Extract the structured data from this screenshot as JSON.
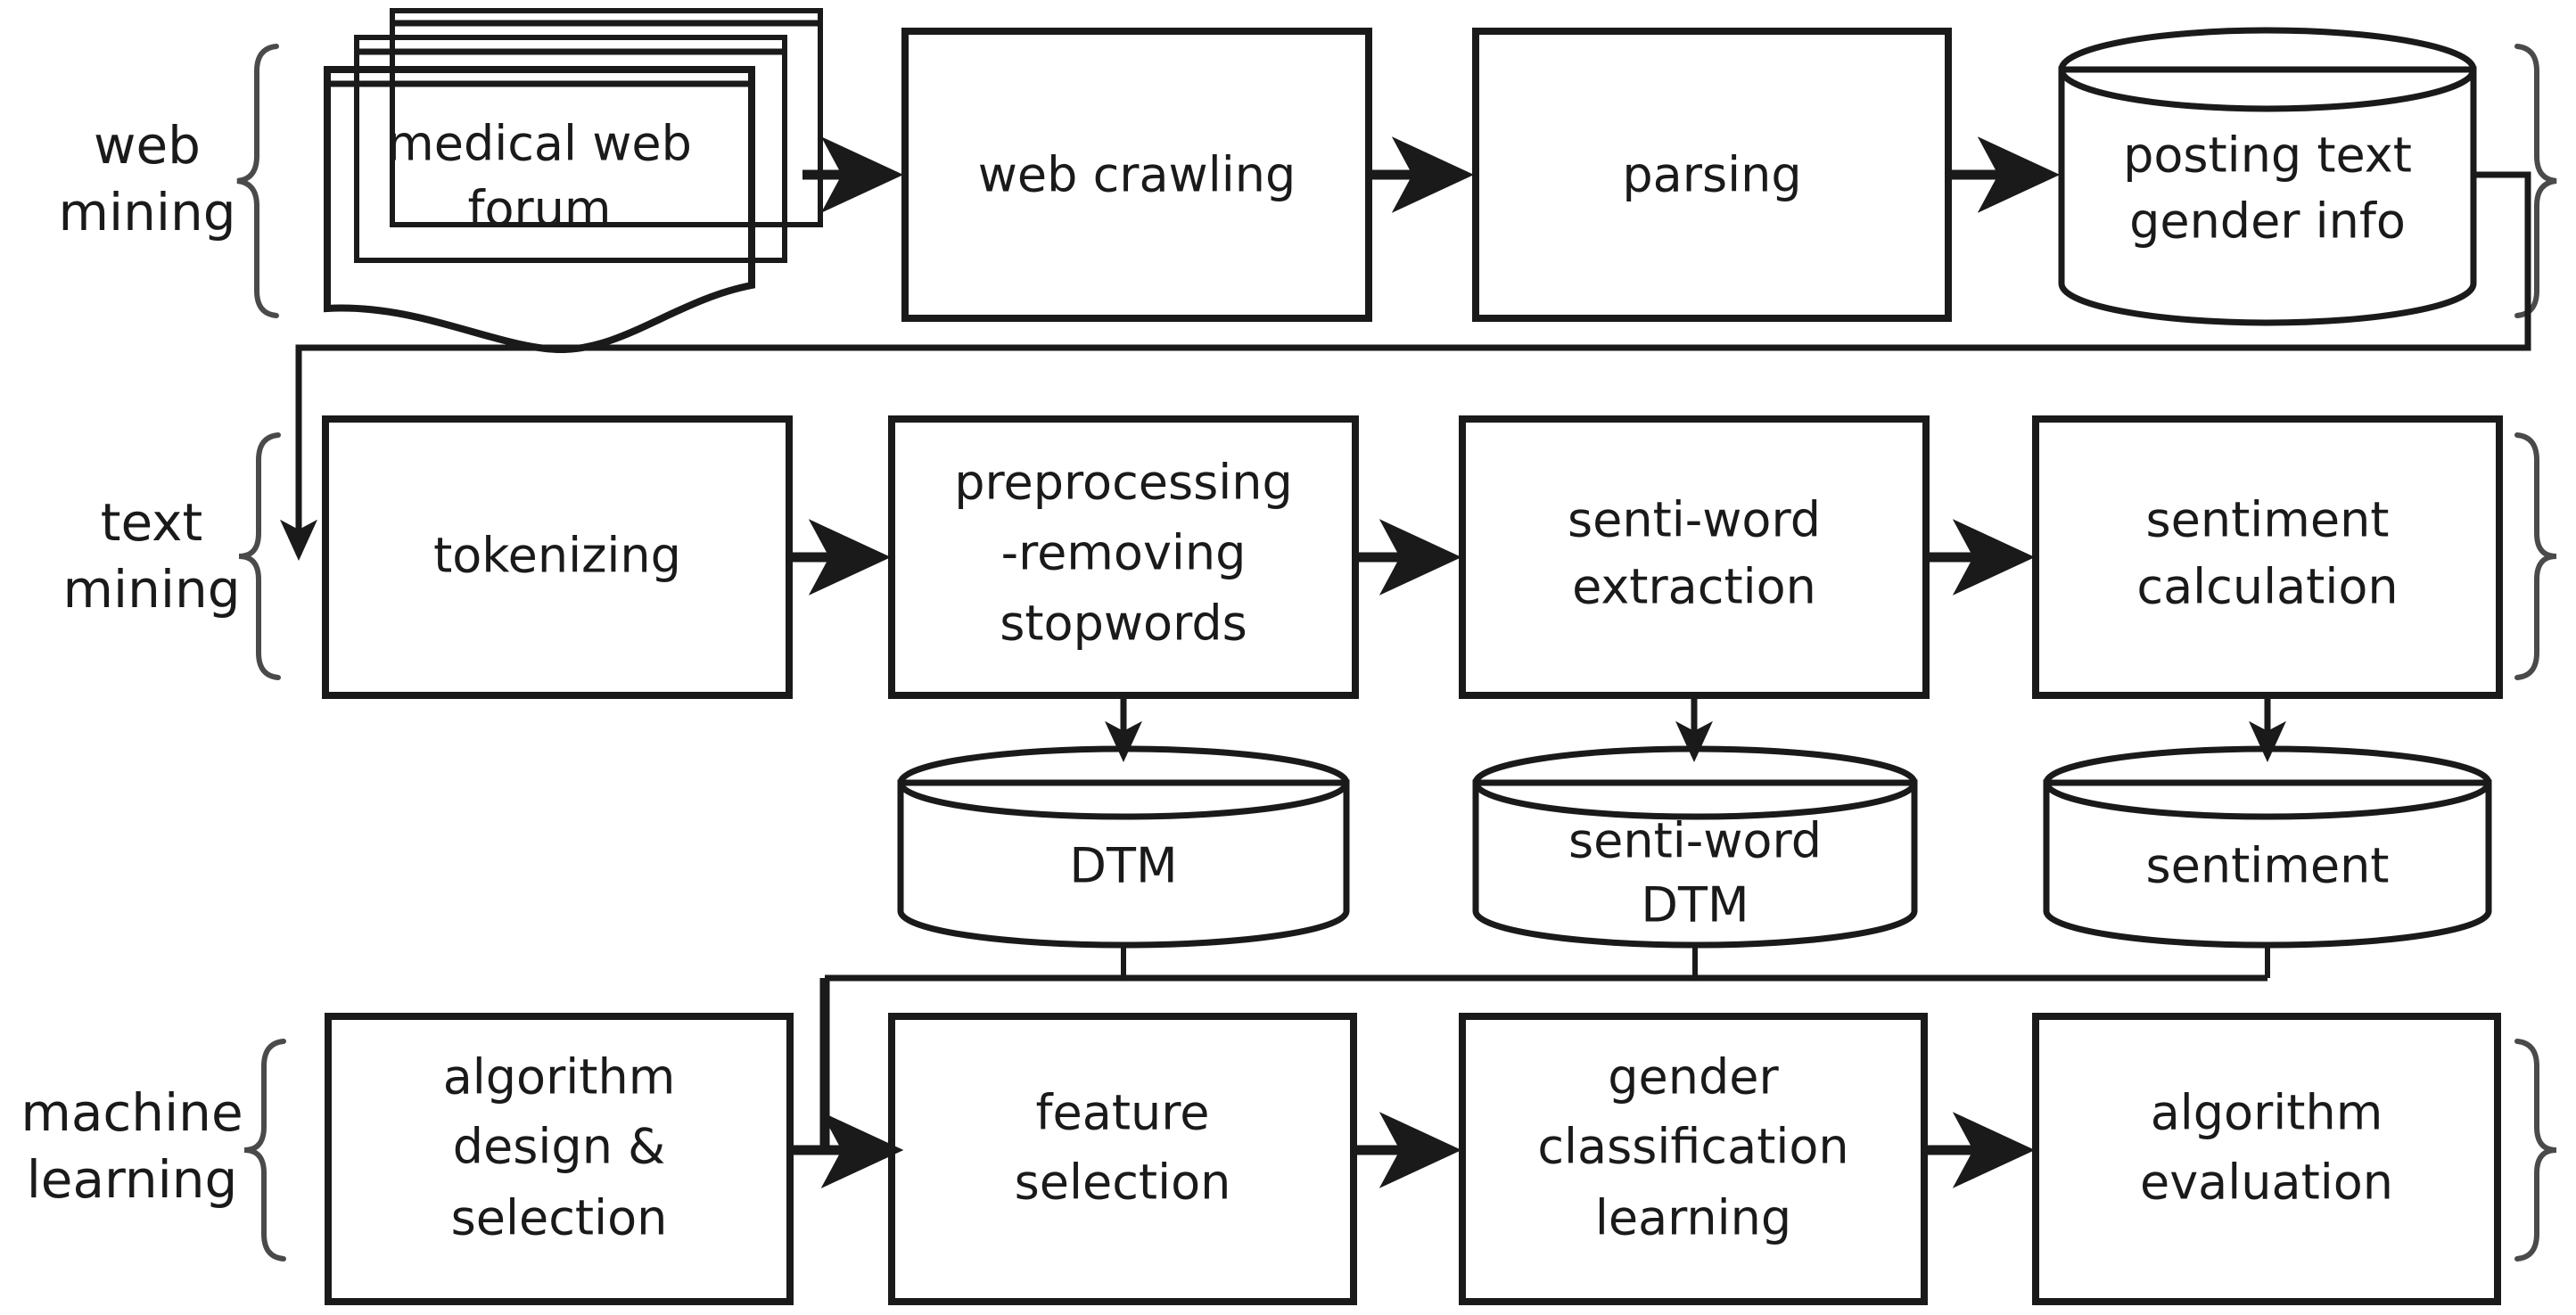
{
  "diagram": {
    "title": "medical web forum gender classification research framework",
    "type": "flowchart",
    "background_color": "#ffffff",
    "line_color": "#1a1a1a",
    "brace_color": "#4a4a4a",
    "groups": [
      {
        "id": "web-mining",
        "label_line1": "web",
        "label_line2": "mining"
      },
      {
        "id": "text-mining",
        "label_line1": "text",
        "label_line2": "mining"
      },
      {
        "id": "machine-learning",
        "label_line1": "machine",
        "label_line2": "learning"
      }
    ],
    "nodes": [
      {
        "id": "medical-web-forum",
        "shape": "document-stack",
        "row": 1,
        "col": 1,
        "lines": [
          "medical web",
          "forum"
        ]
      },
      {
        "id": "web-crawling",
        "shape": "rect",
        "row": 1,
        "col": 2,
        "lines": [
          "web crawling"
        ]
      },
      {
        "id": "parsing",
        "shape": "rect",
        "row": 1,
        "col": 3,
        "lines": [
          "parsing"
        ]
      },
      {
        "id": "posting-text-gender-info",
        "shape": "cylinder",
        "row": 1,
        "col": 4,
        "lines": [
          "posting text",
          "gender info"
        ]
      },
      {
        "id": "tokenizing",
        "shape": "rect",
        "row": 2,
        "col": 1,
        "lines": [
          "tokenizing"
        ]
      },
      {
        "id": "preprocessing-removing-stopwords",
        "shape": "rect",
        "row": 2,
        "col": 2,
        "lines": [
          "preprocessing",
          "-removing",
          "stopwords"
        ]
      },
      {
        "id": "senti-word-extraction",
        "shape": "rect",
        "row": 2,
        "col": 3,
        "lines": [
          "senti-word",
          "extraction"
        ]
      },
      {
        "id": "sentiment-calculation",
        "shape": "rect",
        "row": 2,
        "col": 4,
        "lines": [
          "sentiment",
          "calculation"
        ]
      },
      {
        "id": "dtm",
        "shape": "cylinder",
        "row": 2.5,
        "col": 2,
        "lines": [
          "DTM"
        ]
      },
      {
        "id": "senti-word-dtm",
        "shape": "cylinder",
        "row": 2.5,
        "col": 3,
        "lines": [
          "senti-word",
          "DTM"
        ]
      },
      {
        "id": "sentiment",
        "shape": "cylinder",
        "row": 2.5,
        "col": 4,
        "lines": [
          "sentiment"
        ]
      },
      {
        "id": "algorithm-design-selection",
        "shape": "rect",
        "row": 3,
        "col": 1,
        "lines": [
          "algorithm",
          "design &",
          "selection"
        ]
      },
      {
        "id": "feature-selection",
        "shape": "rect",
        "row": 3,
        "col": 2,
        "lines": [
          "feature",
          "selection"
        ]
      },
      {
        "id": "gender-classification-learning",
        "shape": "rect",
        "row": 3,
        "col": 3,
        "lines": [
          "gender",
          "classification",
          "learning"
        ]
      },
      {
        "id": "algorithm-evaluation",
        "shape": "rect",
        "row": 3,
        "col": 4,
        "lines": [
          "algorithm",
          "evaluation"
        ]
      }
    ],
    "edges": [
      {
        "from": "medical-web-forum",
        "to": "web-crawling",
        "style": "arrow"
      },
      {
        "from": "web-crawling",
        "to": "parsing",
        "style": "arrow"
      },
      {
        "from": "parsing",
        "to": "posting-text-gender-info",
        "style": "arrow"
      },
      {
        "from": "posting-text-gender-info",
        "to": "tokenizing",
        "style": "arrow-feedback-wrap"
      },
      {
        "from": "tokenizing",
        "to": "preprocessing-removing-stopwords",
        "style": "arrow"
      },
      {
        "from": "preprocessing-removing-stopwords",
        "to": "senti-word-extraction",
        "style": "arrow"
      },
      {
        "from": "senti-word-extraction",
        "to": "sentiment-calculation",
        "style": "arrow"
      },
      {
        "from": "preprocessing-removing-stopwords",
        "to": "dtm",
        "style": "arrow-down"
      },
      {
        "from": "senti-word-extraction",
        "to": "senti-word-dtm",
        "style": "arrow-down"
      },
      {
        "from": "sentiment-calculation",
        "to": "sentiment",
        "style": "arrow-down"
      },
      {
        "from": "dtm",
        "to": "feature-selection",
        "style": "bus-arrow"
      },
      {
        "from": "senti-word-dtm",
        "to": "feature-selection",
        "style": "bus"
      },
      {
        "from": "sentiment",
        "to": "feature-selection",
        "style": "bus"
      },
      {
        "from": "algorithm-design-selection",
        "to": "feature-selection",
        "style": "arrow"
      },
      {
        "from": "feature-selection",
        "to": "gender-classification-learning",
        "style": "arrow"
      },
      {
        "from": "gender-classification-learning",
        "to": "algorithm-evaluation",
        "style": "arrow"
      }
    ]
  }
}
